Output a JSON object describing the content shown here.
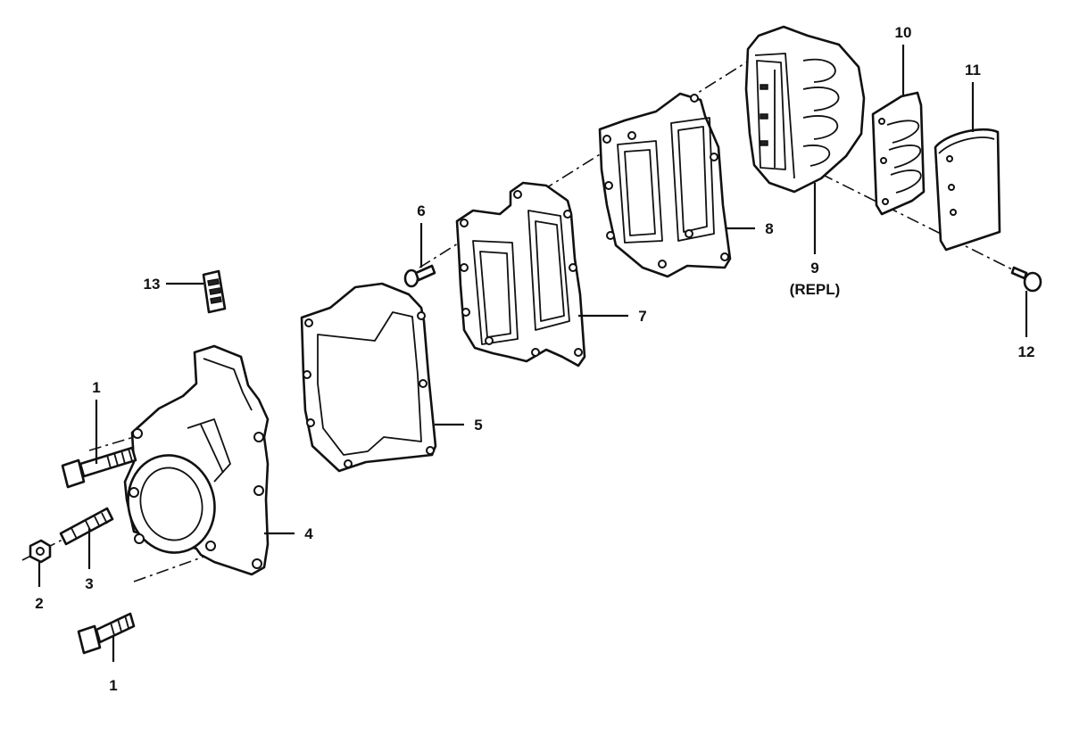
{
  "callouts": {
    "c1_top": "1",
    "c1_bottom": "1",
    "c2": "2",
    "c3": "3",
    "c4": "4",
    "c5": "5",
    "c6": "6",
    "c7": "7",
    "c8": "8",
    "c9": "9",
    "c9_note": "(REPL)",
    "c10": "10",
    "c11": "11",
    "c12": "12",
    "c13": "13"
  }
}
